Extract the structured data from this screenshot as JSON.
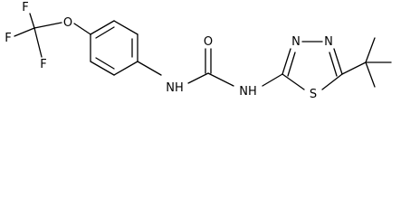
{
  "molecule": {
    "atoms": {
      "f_top": "F",
      "f_left": "F",
      "f_bottom": "F",
      "o_ether": "O",
      "o_carbonyl": "O",
      "nh_left": "NH",
      "nh_right": "NH",
      "n_ring_top": "N",
      "n_ring_right": "N",
      "s_ring": "S"
    }
  }
}
